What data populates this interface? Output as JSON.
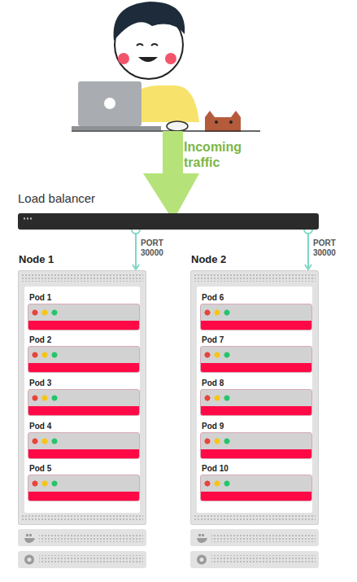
{
  "diagram": {
    "nodes": [
      {
        "text": [
          "Load balancer"
        ]
      },
      {
        "text": [
          "Node 1"
        ]
      },
      {
        "text": [
          "Pod 1"
        ],
        "in": 1
      },
      {
        "text": [
          "Pod 2"
        ],
        "in": 1
      },
      {
        "text": [
          "Pod 3"
        ],
        "in": 1
      },
      {
        "text": [
          "Pod 4"
        ],
        "in": 1
      },
      {
        "text": [
          "Pod 5"
        ],
        "in": 1
      },
      {
        "text": [
          "Node 2"
        ]
      },
      {
        "text": [
          "Pod 6"
        ],
        "in": 7
      },
      {
        "text": [
          "Pod 7"
        ],
        "in": 7
      },
      {
        "text": [
          "Pod 8"
        ],
        "in": 7
      },
      {
        "text": [
          "Pod 9"
        ],
        "in": 7
      },
      {
        "text": [
          "Pod 10"
        ],
        "in": 7
      }
    ],
    "edges": [
      {
        "from": 0,
        "to": 1,
        "label": "PORT 30000",
        "arrow": "to"
      },
      {
        "from": 0,
        "to": 7,
        "label": "PORT 30000",
        "arrow": "to"
      }
    ],
    "labels": [
      "Incoming traffic"
    ]
  }
}
